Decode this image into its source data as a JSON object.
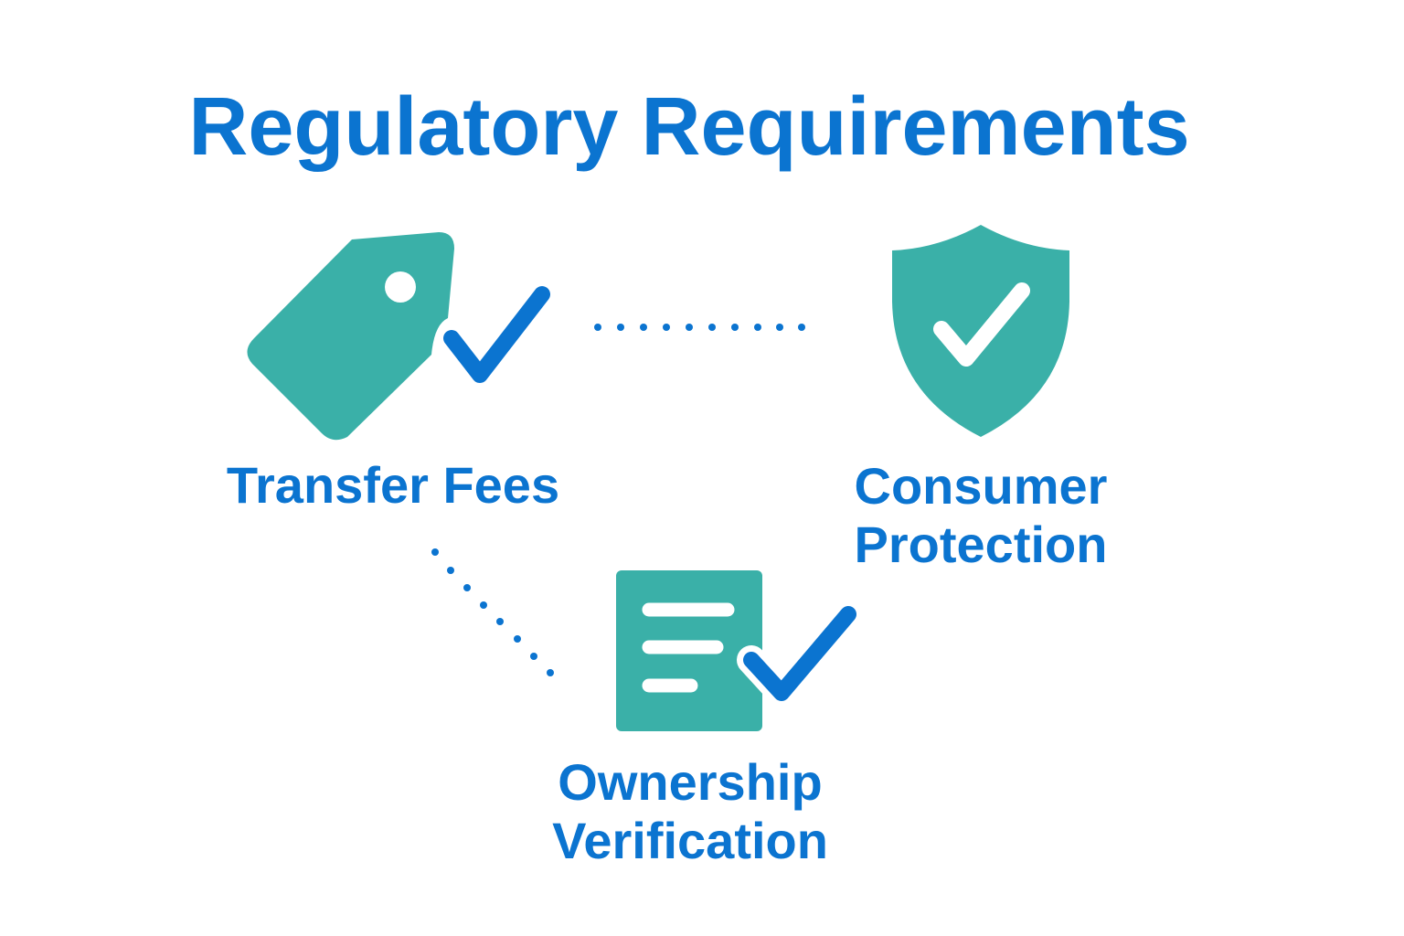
{
  "title": "Regulatory Requirements",
  "colors": {
    "teal": "#3ab0a8",
    "blue": "#0b74d0"
  },
  "nodes": [
    {
      "label_lines": [
        "Transfer Fees"
      ],
      "icon": "price-tag-check-icon"
    },
    {
      "label_lines": [
        "Consumer",
        "Protection"
      ],
      "icon": "shield-check-icon"
    },
    {
      "label_lines": [
        "Ownership",
        "Verification"
      ],
      "icon": "document-check-icon"
    }
  ]
}
